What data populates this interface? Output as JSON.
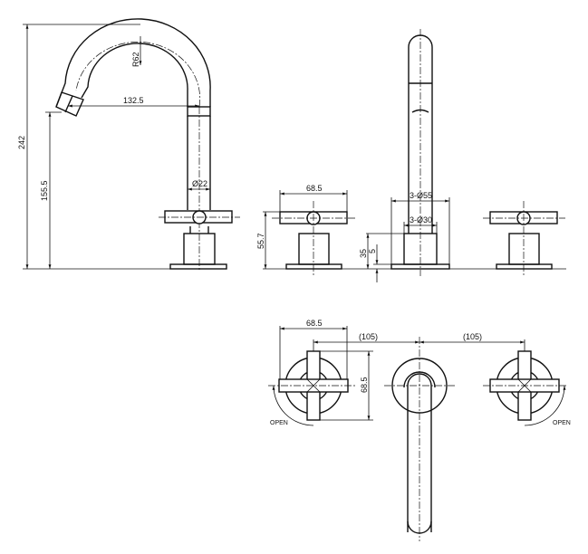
{
  "side_view": {
    "height_total": "242",
    "spout_height": "155.5",
    "spout_reach": "132.5",
    "bend_radius": "R62",
    "spout_diameter": "Ø22"
  },
  "front_view": {
    "handle_width": "68.5",
    "handle_height": "55.7",
    "escutcheon_diameter": "3-Ø55",
    "body_diameter": "3-Ø30",
    "body_height": "35",
    "base_height": "5"
  },
  "top_view": {
    "handle_width": "68.5",
    "handle_depth": "68.5",
    "spacing_left": "(105)",
    "spacing_right": "(105)",
    "open_left": "OPEN",
    "open_right": "OPEN"
  }
}
